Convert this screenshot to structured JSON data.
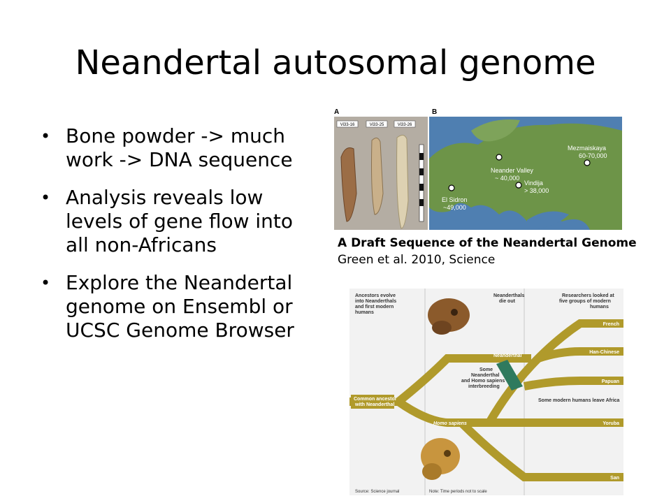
{
  "slide": {
    "title": "Neandertal autosomal genome",
    "bullets": [
      "Bone powder -> much work -> DNA sequence",
      "Analysis reveals low levels of gene flow into all non-Africans",
      "Explore the Neandertal genome on Ensembl or UCSC Genome Browser"
    ]
  },
  "figure_top": {
    "panel_a_label": "A",
    "panel_b_label": "B",
    "bone_labels": [
      "Vi33-16",
      "Vi33-25",
      "Vi33-26"
    ],
    "sites": [
      {
        "name": "Neander Valley",
        "age": "~ 40,000"
      },
      {
        "name": "Mezmaiskaya",
        "age": "60-70,000"
      },
      {
        "name": "Vindija",
        "age": "> 38,000"
      },
      {
        "name": "El Sidron",
        "age": "~49,000"
      }
    ],
    "caption_title": "A Draft Sequence of the Neandertal Genome",
    "caption_ref": "Green et al. 2010, Science"
  },
  "figure_tree": {
    "header_left": "Ancestors evolve into Neanderthals and first modern humans",
    "header_mid": "Neanderthals die out",
    "header_right": "Researchers looked at five groups of modern humans",
    "common_ancestor": "Common ancestor with Neanderthal",
    "neanderthal_label": "Neanderthal",
    "homo_sapiens_label": "Homo sapiens",
    "interbreeding": "Some Neanderthal and Homo sapiens interbreeding",
    "leave_africa": "Some modern humans leave Africa",
    "groups": [
      "French",
      "Han-Chinese",
      "Papuan",
      "Yoruba",
      "San"
    ],
    "source": "Source: Science journal",
    "note": "Note: Time periods not to scale",
    "colors": {
      "branch": "#b09a2b",
      "interbreed": "#2f7a5e",
      "background": "#f2f2f2"
    }
  }
}
